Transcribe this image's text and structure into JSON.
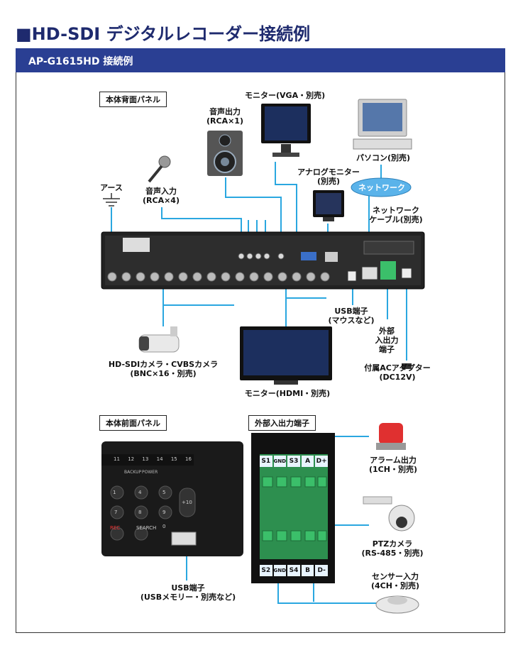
{
  "heading": "■HD-SDI デジタルレコーダー接続例",
  "section_title": "AP-G1615HD 接続例",
  "panels": {
    "rear": "本体背面パネル",
    "front": "本体前面パネル",
    "io": "外部入出力端子"
  },
  "labels": {
    "monitor_vga": "モニター(VGA・別売)",
    "audio_out_1": "音声出力",
    "audio_out_2": "(RCA×1)",
    "pc": "パソコン(別売)",
    "analog_monitor_1": "アナログモニター",
    "analog_monitor_2": "(別売)",
    "network": "ネットワーク",
    "earth": "アース",
    "audio_in_1": "音声入力",
    "audio_in_2": "(RCA×4)",
    "net_cable_1": "ネットワーク",
    "net_cable_2": "ケーブル(別売)",
    "usb_rear_1": "USB端子",
    "usb_rear_2": "(マウスなど)",
    "ext_io_1": "外部",
    "ext_io_2": "入出力",
    "ext_io_3": "端子",
    "camera_1": "HD-SDIカメラ・CVBSカメラ",
    "camera_2": "(BNC×16・別売)",
    "adapter_1": "付属ACアダプター",
    "adapter_2": "(DC12V)",
    "monitor_hdmi": "モニター(HDMI・別売)",
    "usb_front_1": "USB端子",
    "usb_front_2": "(USBメモリー・別売など)",
    "alarm_1": "アラーム出力",
    "alarm_2": "(1CH・別売)",
    "ptz_1": "PTZカメラ",
    "ptz_2": "(RS-485・別売)",
    "sensor_1": "センサー入力",
    "sensor_2": "(4CH・別売)"
  },
  "terminal_top": [
    "S1",
    "GND",
    "S3",
    "A",
    "D+"
  ],
  "terminal_bottom": [
    "S2",
    "GND",
    "S4",
    "B",
    "D-"
  ],
  "front_numbers": [
    "11",
    "12",
    "13",
    "14",
    "15",
    "16"
  ],
  "front_keys": [
    "1",
    "4",
    "5",
    "7",
    "8",
    "9",
    "0",
    "+10"
  ],
  "front_texts": {
    "backup": "BACKUP",
    "power": "POWER",
    "rec": "REC",
    "search": "SEARCH"
  },
  "colors": {
    "heading": "#1e2a6e",
    "bar": "#2a3f93",
    "line": "#2aa7e0",
    "terminal": "#3bbf6a"
  }
}
